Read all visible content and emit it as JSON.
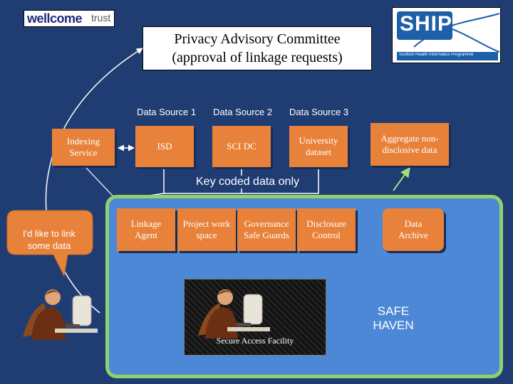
{
  "logos": {
    "wellcome_main": "wellcome",
    "wellcome_suffix": "trust",
    "ship_main": "SHIP",
    "ship_sub": "Scottish Health Informatics Programme"
  },
  "header": {
    "title_line1": "Privacy Advisory Committee",
    "title_line2": "(approval of linkage requests)"
  },
  "sources": {
    "labels": [
      "Data Source 1",
      "Data Source 2",
      "Data Source 3"
    ],
    "boxes": [
      "ISD",
      "SCI DC",
      "University dataset"
    ]
  },
  "indexing_service": "Indexing Service",
  "aggregate": "Aggregate non-disclosive data",
  "key_coded": "Key coded data only",
  "speech": "I'd like to link some data",
  "haven_boxes": {
    "linkage_agent": "Linkage Agent",
    "project_work_space": "Project work space",
    "governance": "Governance Safe Guards",
    "disclosure": "Disclosure Control",
    "data_archive": "Data Archive"
  },
  "secure_access": "Secure Access Facility",
  "safe_haven": "SAFE HAVEN",
  "colors": {
    "background": "#1f3d73",
    "box": "#e8823a",
    "haven_fill": "#4d88d6",
    "haven_border": "#8fd16b",
    "arrow": "#9fe07a"
  }
}
